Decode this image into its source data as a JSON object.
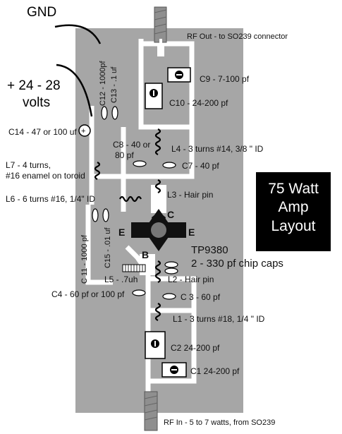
{
  "labels": {
    "gnd": "GND",
    "supply_voltage": "+ 24 - 28",
    "supply_unit": "volts",
    "rf_out": "RF Out - to SO239 connector",
    "rf_in": "RF In - 5 to 7 watts, from SO239",
    "title_line1": "75 Watt",
    "title_line2": "Amp",
    "title_line3": "Layout",
    "transistor": "TP9380",
    "chip_caps": "2 - 330 pf chip caps",
    "c9": "C9 - 7-100 pf",
    "c10": "C10 - 24-200 pf",
    "c12": "C12 - 1000pf",
    "c13": "C13 - .1 uf",
    "c14": "C14 - 47 or 100 uf",
    "l7_line1": "L7 - 4 turns,",
    "l7_line2": "#16 enamel on toroid",
    "c8_line1": "C8 - 40 or",
    "c8_line2": "80 pf",
    "l4": "L4 - 3 turns #14, 3/8 \" ID",
    "c7": "C7 - 40 pf",
    "l6": "L6 - 6 turns #16, 1/4\" ID",
    "l3": "L3 - Hair pin",
    "c11": "C 11 - 1000 pf",
    "c15": "C15 - .01 uf",
    "l5": "L5  - .7uh",
    "l2": "L2 - Hair pin",
    "c4": "C4 - 60 pf or 100 pf",
    "c3": "C 3 - 60 pf",
    "l1": "L1 - 3 turns #18, 1/4 \" ID",
    "c2": "C2 24-200 pf",
    "c1": "C1 24-200 pf",
    "collector": "C",
    "base": "B",
    "emitter_left": "E",
    "emitter_right": "E"
  },
  "colors": {
    "board": "#a6a6a6",
    "trace": "#ffffff",
    "background": "#ffffff",
    "title_box": "#000000",
    "connector": "#8f8f8f"
  }
}
